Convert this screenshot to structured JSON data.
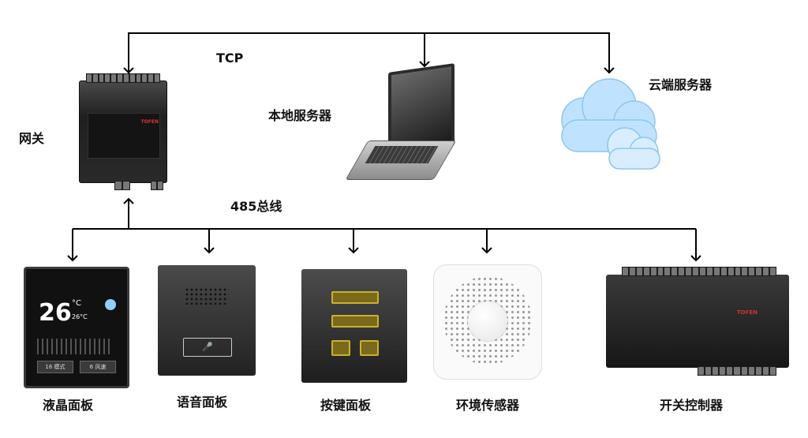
{
  "diagram": {
    "labels": {
      "tcp": "TCP",
      "bus": "485总线",
      "gateway": "网关",
      "local_server": "本地服务器",
      "cloud_server": "云端服务器",
      "lcd_panel": "液晶面板",
      "voice_panel": "语音面板",
      "keypad_panel": "按键面板",
      "env_sensor": "环境传感器",
      "switch_controller": "开关控制器"
    },
    "device_text": {
      "gateway_brand": "TOFEN",
      "switch_brand": "TOFEN",
      "lcd_temp": "26",
      "lcd_temp_unit": "°C",
      "lcd_inner_temp": "26°C",
      "lcd_btn_left": "16  模式",
      "lcd_btn_right": "6  风速"
    },
    "colors": {
      "wire": "#000000",
      "cloud": "#bfe3ff",
      "keypad_led": "#f1df56"
    }
  }
}
